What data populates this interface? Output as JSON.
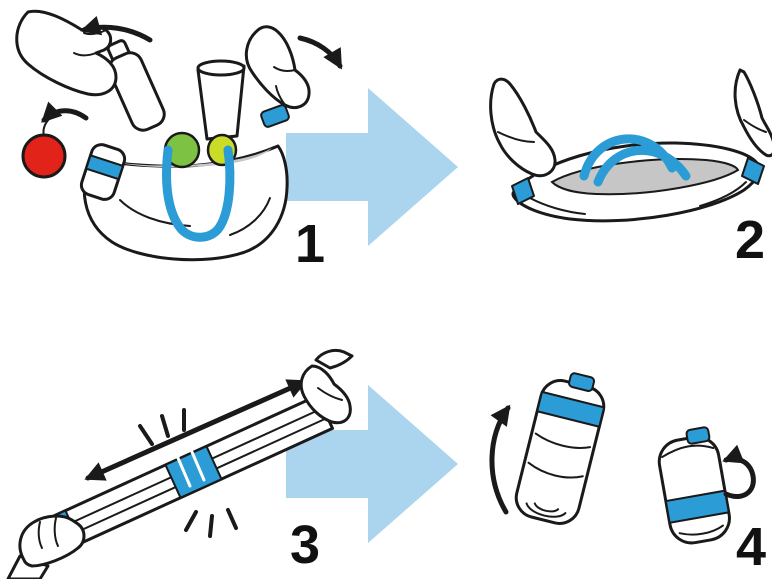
{
  "figure": {
    "background": "#ffffff",
    "type": "instructional-diagram"
  },
  "colors": {
    "outline": "#1a1a1a",
    "accent_blue": "#2b9cd6",
    "arrow_blue": "#abd4ee",
    "apple_red": "#e2231a",
    "apple_green": "#7dc242",
    "pear_green": "#c8dc28",
    "interior_gray": "#c6c6c6"
  },
  "steps": [
    {
      "number": "1",
      "elements": [
        "shopping-bag",
        "bottle",
        "cup",
        "green-apple",
        "pear",
        "red-apple",
        "left-hand",
        "right-hand",
        "swing-arrows"
      ]
    },
    {
      "number": "2",
      "elements": [
        "flattened-bag",
        "bag-handles",
        "left-hand",
        "right-hand"
      ]
    },
    {
      "number": "3",
      "elements": [
        "stretched-strip",
        "blue-band",
        "stretch-arrow",
        "snap-marks",
        "left-fist",
        "right-hand"
      ]
    },
    {
      "number": "4",
      "elements": [
        "rolled-bag",
        "folded-bag",
        "fold-arrow",
        "loop-arrow"
      ]
    }
  ]
}
